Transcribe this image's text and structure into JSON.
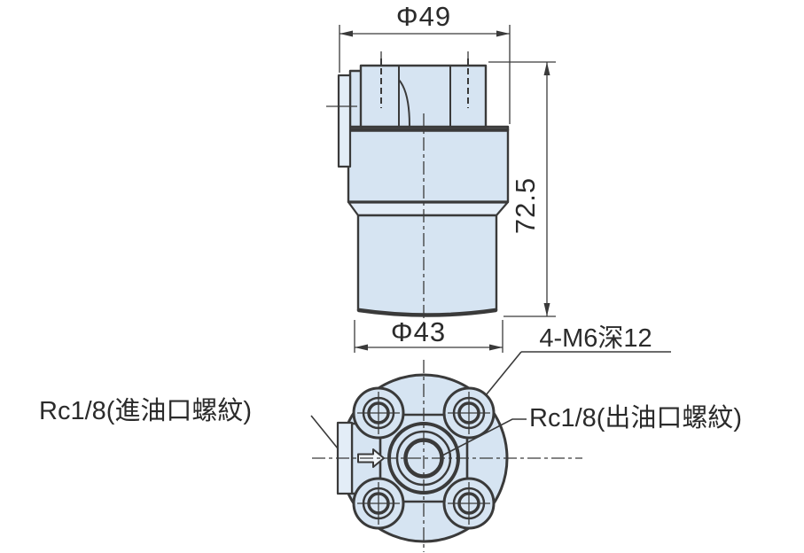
{
  "drawing": {
    "type": "engineering-drawing",
    "component": "hydraulic check / oil port fitting, side view and port-face view",
    "side_view": {
      "dim_top_diameter": "Φ49",
      "dim_height": "72.5",
      "dim_bottom_diameter": "Φ43"
    },
    "bottom_view": {
      "bolt_holes_label": "4-M6深12",
      "inlet_port_label": "Rc1/8(進油口螺紋)",
      "outlet_port_label": "Rc1/8(出油口螺紋)",
      "bolt_hole_count": 4,
      "flow_direction": "right"
    },
    "colors": {
      "part_fill": "#d6e4f2",
      "part_fill_light": "#e3edf7",
      "line": "#3a3a3a",
      "background": "#ffffff"
    }
  }
}
